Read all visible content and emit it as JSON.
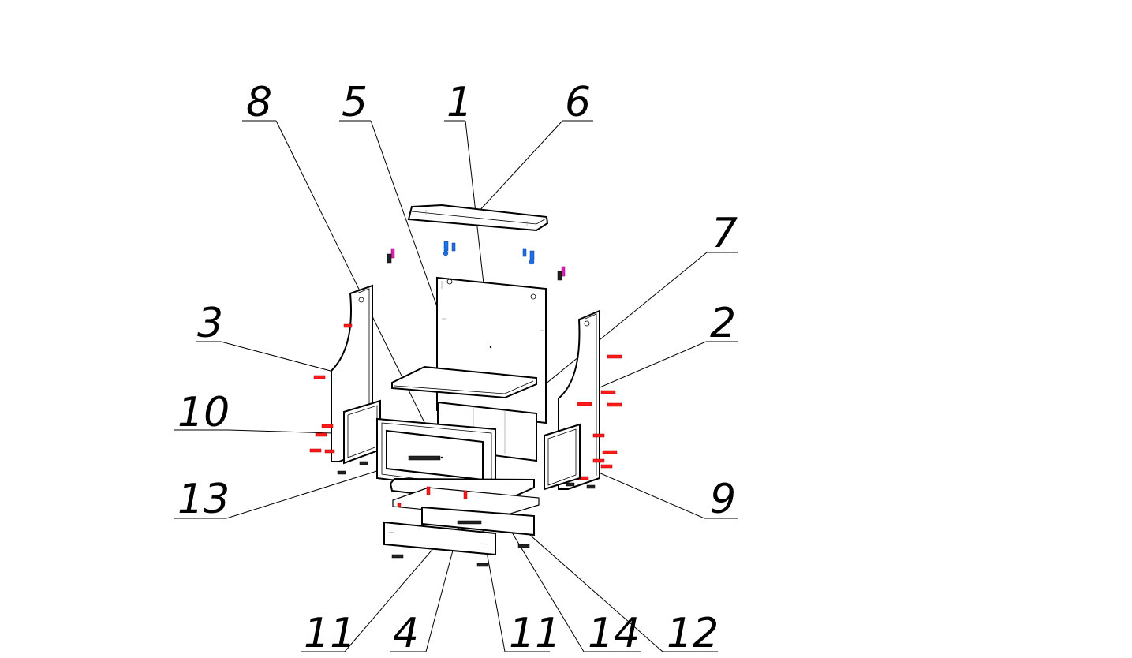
{
  "diagram": {
    "callouts": [
      {
        "id": "c8",
        "label": "8"
      },
      {
        "id": "c5",
        "label": "5"
      },
      {
        "id": "c1",
        "label": "1"
      },
      {
        "id": "c6",
        "label": "6"
      },
      {
        "id": "c7",
        "label": "7"
      },
      {
        "id": "c3",
        "label": "3"
      },
      {
        "id": "c2",
        "label": "2"
      },
      {
        "id": "c10",
        "label": "10"
      },
      {
        "id": "c13",
        "label": "13"
      },
      {
        "id": "c9",
        "label": "9"
      },
      {
        "id": "c11a",
        "label": "11"
      },
      {
        "id": "c4",
        "label": "4"
      },
      {
        "id": "c11b",
        "label": "11"
      },
      {
        "id": "c14",
        "label": "14"
      },
      {
        "id": "c12",
        "label": "12"
      }
    ],
    "colors": {
      "line": "#000000",
      "fastener_red": "#ff1a1a",
      "fastener_blue": "#1f6fe0",
      "fastener_magenta": "#e020b0",
      "background": "#ffffff"
    }
  }
}
